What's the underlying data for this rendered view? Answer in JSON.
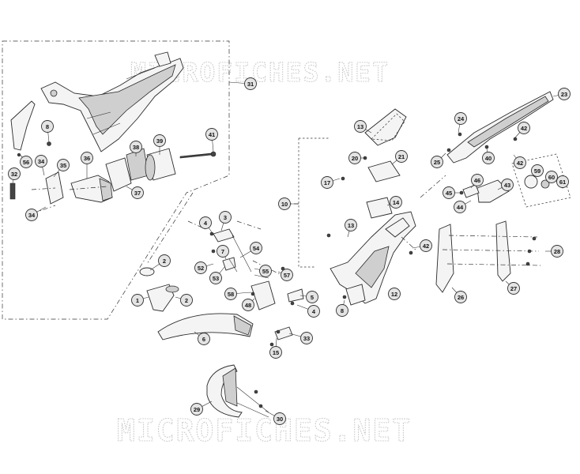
{
  "watermark": {
    "top": "MICROFICHES.NET",
    "bottom": "MICROFICHES.NET"
  },
  "callouts": [
    "31",
    "8",
    "56",
    "32",
    "34",
    "35",
    "36",
    "38",
    "39",
    "41",
    "37",
    "34",
    "2",
    "4",
    "3",
    "7",
    "54",
    "52",
    "53",
    "57",
    "55",
    "5",
    "58",
    "48",
    "1",
    "2",
    "4",
    "6",
    "15",
    "33",
    "13",
    "20",
    "21",
    "17",
    "10",
    "14",
    "13",
    "42",
    "8",
    "12",
    "23",
    "24",
    "25",
    "42",
    "40",
    "42",
    "59",
    "60",
    "61",
    "46",
    "45",
    "43",
    "44",
    "28",
    "26",
    "27",
    "29",
    "30"
  ]
}
